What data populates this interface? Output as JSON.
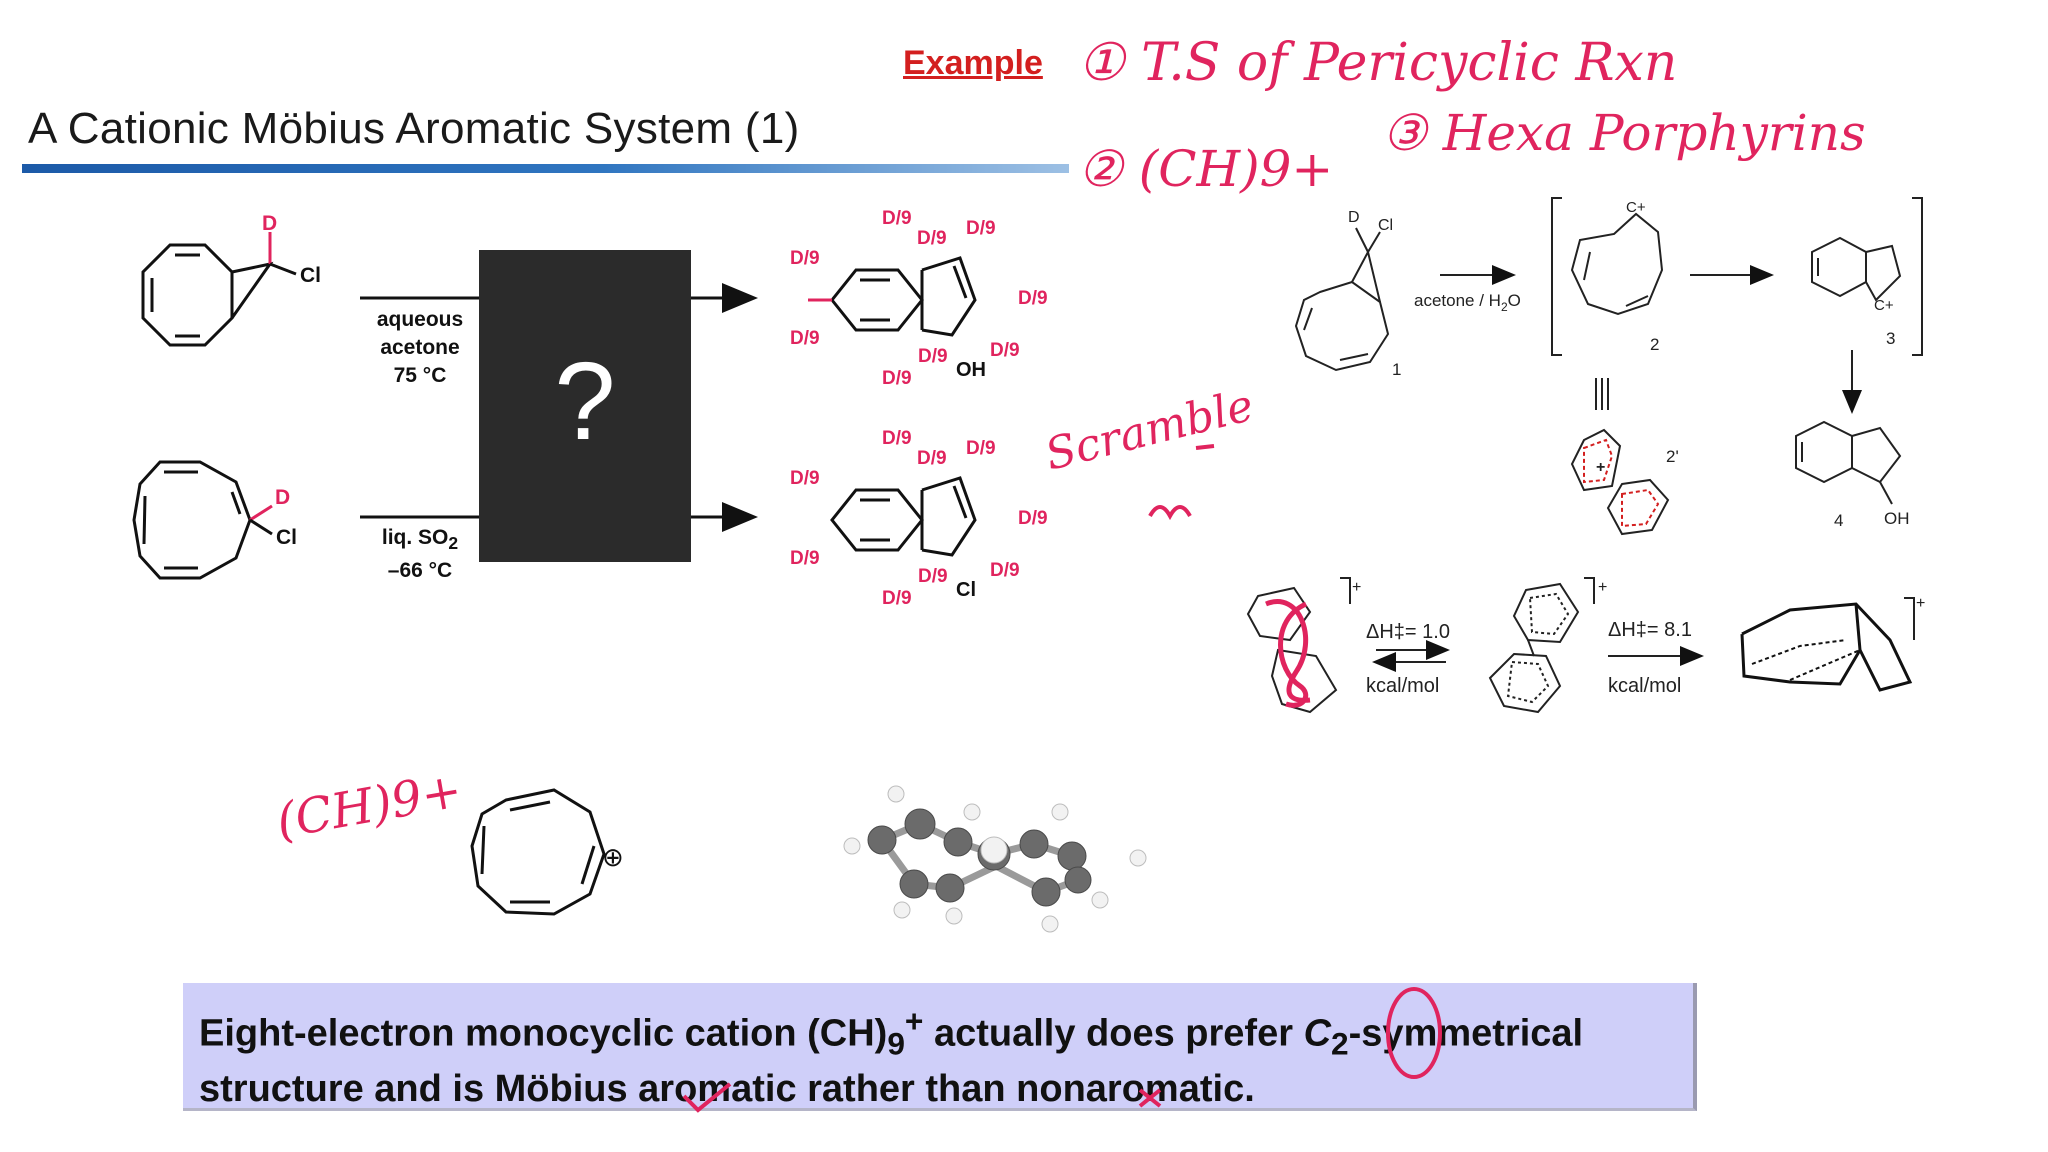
{
  "slide": {
    "title": "A Cationic Möbius Aromatic System (1)",
    "example_label": "Example",
    "black_box_label": "?"
  },
  "reactions": {
    "top_conditions": [
      "aqueous",
      "acetone",
      "75 °C"
    ],
    "bottom_conditions_line1": "liq. SO",
    "bottom_conditions_sub": "2",
    "bottom_conditions_line2": "–66 °C",
    "deuterium": "D",
    "chlorine": "Cl",
    "scramble_label": "D/9",
    "top_product_substituent": "OH",
    "bottom_product_substituent": "Cl"
  },
  "mechanism": {
    "reagent": "acetone / H",
    "reagent_sub": "2",
    "reagent_end": "O",
    "compound_numbers": [
      "1",
      "2",
      "2'",
      "3",
      "4"
    ],
    "cation_label": "C+",
    "oh_label": "OH",
    "d_label": "D",
    "cl_label": "Cl",
    "barrier1": "ΔH‡= 1.0",
    "barrier2": "ΔH‡= 8.1",
    "units": "kcal/mol",
    "charge": "+"
  },
  "bottom_note": {
    "part1": "Eight-electron monocyclic cation (CH)",
    "sub": "9",
    "sup": "+",
    "part2": " actually does prefer ",
    "c_italic": "C",
    "c_sub": "2",
    "part3": "-symmetrical",
    "line2": "structure and is Möbius aromatic rather than nonaromatic."
  },
  "annotations": {
    "item1": "① T.S of Pericyclic Rxn",
    "item2": "② (CH)9+",
    "item3": "③ Hexa Porphyrins",
    "scramble": "Scramble",
    "ch9_formula": "(CH)9+",
    "oplus": "⊕"
  },
  "colors": {
    "accent_red": "#d31f1f",
    "ink_pink": "#e0245e",
    "note_bg": "#cfcff9",
    "title_rule": "#1c5aa8"
  }
}
